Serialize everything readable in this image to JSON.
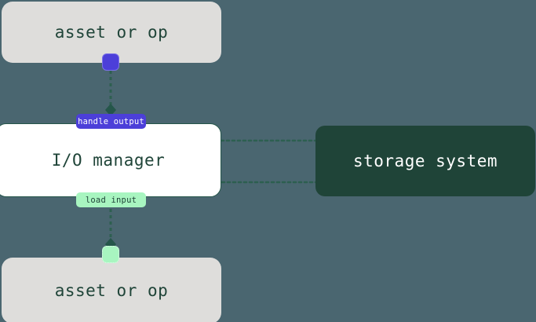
{
  "diagram": {
    "title": "io-manager-dataflow",
    "background_color": "#4a6670",
    "nodes": [
      {
        "id": "asset-or-op-top",
        "label": "asset or op",
        "fill": "#dedddb",
        "text_color": "#1f4438"
      },
      {
        "id": "io-manager",
        "label": "I/O manager",
        "fill": "#ffffff",
        "text_color": "#1f4438",
        "border_color": "#25564a"
      },
      {
        "id": "storage-system",
        "label": "storage system",
        "fill": "#1f4438",
        "text_color": "#ffffff"
      },
      {
        "id": "asset-or-op-bottom",
        "label": "asset or op",
        "fill": "#dedddb",
        "text_color": "#1f4438"
      }
    ],
    "ports": [
      {
        "id": "output-port",
        "color": "#4c3fd9",
        "border_color": "#7b72e8"
      },
      {
        "id": "input-port",
        "color": "#a8f5c0",
        "border_color": "#e8fff0"
      }
    ],
    "edges": [
      {
        "id": "handle-output-edge",
        "label": "handle output",
        "badge_fill": "#4c3fd9",
        "badge_text_color": "#ffffff",
        "from": "asset-or-op-top",
        "to": "io-manager",
        "style": "dotted",
        "line_color": "#2d5f50"
      },
      {
        "id": "io-to-storage-edge",
        "label": "",
        "from": "io-manager",
        "to": "storage-system",
        "style": "dotted",
        "arrow": "end",
        "line_color": "#2d5f50"
      },
      {
        "id": "storage-to-io-edge",
        "label": "",
        "from": "storage-system",
        "to": "io-manager",
        "style": "dotted",
        "arrow": "end",
        "line_color": "#2d5f50"
      },
      {
        "id": "load-input-edge",
        "label": "load input",
        "badge_fill": "#a8f5c0",
        "badge_text_color": "#1f4438",
        "from": "io-manager",
        "to": "asset-or-op-bottom",
        "style": "dotted",
        "line_color": "#2d5f50"
      }
    ]
  }
}
